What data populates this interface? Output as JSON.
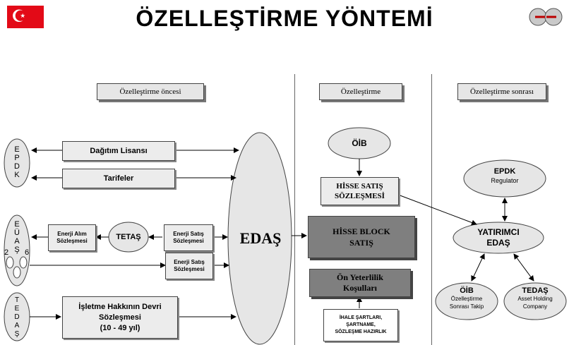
{
  "title": "ÖZELLEŞTİRME YÖNTEMİ",
  "headers": {
    "before": "Özelleştirme öncesi",
    "during": "Özelleştirme",
    "after": "Özelleştirme sonrası"
  },
  "entities": {
    "epdk_vertical": [
      "E",
      "P",
      "D",
      "K"
    ],
    "euas_vertical": [
      "E",
      "Ü",
      "A",
      "Ş"
    ],
    "euas_numbers": [
      "2",
      "6"
    ],
    "tedas_vertical": [
      "T",
      "E",
      "D",
      "A",
      "Ş"
    ],
    "tetas": "TETAŞ",
    "edas": "EDAŞ",
    "oib": "ÖİB"
  },
  "boxes": {
    "license": "Dağıtım Lisansı",
    "tariffs": "Tarifeler",
    "energy_purchase": "Enerji Alım Sözleşmesi",
    "energy_sales_1": "Enerji Satış Sözleşmesi",
    "energy_sales_2": "Enerji Satış Sözleşmesi",
    "operating_rights_1": "İşletme Hakkının Devri",
    "operating_rights_2": "Sözleşmesi",
    "operating_rights_3": "(10 - 49 yıl)",
    "share_agreement_1": "HİSSE SATIŞ",
    "share_agreement_2": "SÖZLEŞMESİ",
    "block_sale_1": "HİSSE BLOCK",
    "block_sale_2": "SATIŞ",
    "prequal_1": "Ön Yeterlilik",
    "prequal_2": "Koşulları",
    "tender_1": "İHALE ŞARTLARI,",
    "tender_2": "ŞARTNAME,",
    "tender_3": "SÖZLEŞME HAZIRLIK"
  },
  "after": {
    "epdk_title": "EPDK",
    "epdk_sub": "Regulator",
    "investor_1": "YATIRIMCI",
    "investor_2": "EDAŞ",
    "oib_title": "ÖİB",
    "oib_sub_1": "Özelleştirme",
    "oib_sub_2": "Sonrası Takip",
    "tedas_title": "TEDAŞ",
    "tedas_sub_1": "Asset Holding",
    "tedas_sub_2": "Company"
  },
  "colors": {
    "flag_red": "#e30a17",
    "box_fill": "#ececec",
    "dark_box": "#7f7f7f",
    "ellipse_fill": "#e6e6e6"
  }
}
